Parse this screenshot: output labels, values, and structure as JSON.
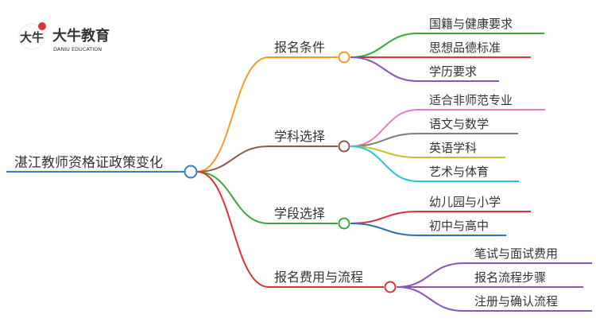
{
  "logo": {
    "brand": "大牛教育",
    "subtitle": "DANIU EDUCATION",
    "mark_text": "大牛"
  },
  "root": {
    "label": "湛江教师资格证政策变化",
    "color": "#3a7fc1"
  },
  "branches": [
    {
      "label": "报名条件",
      "color": "#f59a2a",
      "children": [
        {
          "label": "国籍与健康要求",
          "color": "#3aa83a"
        },
        {
          "label": "思想品德标准",
          "color": "#d9343a"
        },
        {
          "label": "学历要求",
          "color": "#8a55b8"
        }
      ]
    },
    {
      "label": "学科选择",
      "color": "#8c5a4a",
      "children": [
        {
          "label": "适合非师范专业",
          "color": "#e67ac8"
        },
        {
          "label": "语文与数学",
          "color": "#7d7d7d"
        },
        {
          "label": "英语学科",
          "color": "#c4c12a"
        },
        {
          "label": "艺术与体育",
          "color": "#2ec4d6"
        }
      ]
    },
    {
      "label": "学段选择",
      "color": "#3aa83a",
      "children": [
        {
          "label": "幼儿园与小学",
          "color": "#d9343a"
        },
        {
          "label": "初中与高中",
          "color": "#2e6eb5"
        }
      ]
    },
    {
      "label": "报名费用与流程",
      "color": "#d9343a",
      "children": [
        {
          "label": "笔试与面试费用",
          "color": "#8a55b8"
        },
        {
          "label": "报名流程步骤",
          "color": "#8a55b8"
        },
        {
          "label": "注册与确认流程",
          "color": "#8a55b8"
        }
      ]
    }
  ]
}
